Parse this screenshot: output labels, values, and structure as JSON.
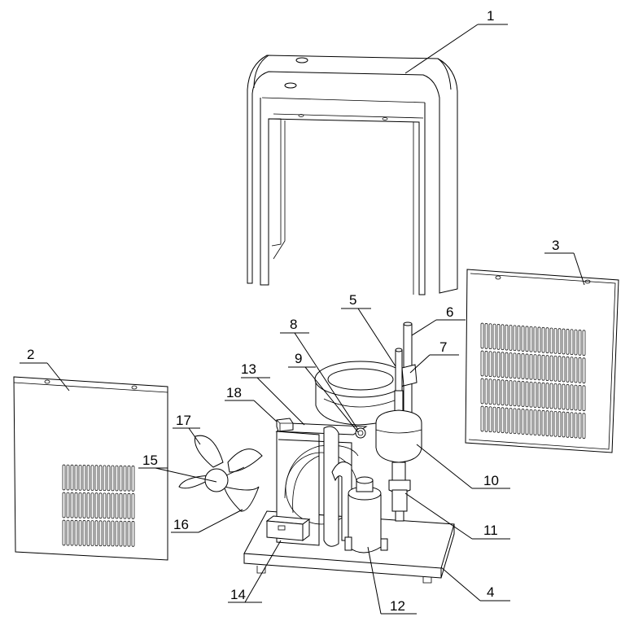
{
  "labels": {
    "n1": "1",
    "n2": "2",
    "n3": "3",
    "n4": "4",
    "n5": "5",
    "n6": "6",
    "n7": "7",
    "n8": "8",
    "n9": "9",
    "n10": "10",
    "n11": "11",
    "n12": "12",
    "n13": "13",
    "n14": "14",
    "n15": "15",
    "n16": "16",
    "n17": "17",
    "n18": "18"
  },
  "colors": {
    "line": "#000000",
    "background": "#ffffff"
  }
}
